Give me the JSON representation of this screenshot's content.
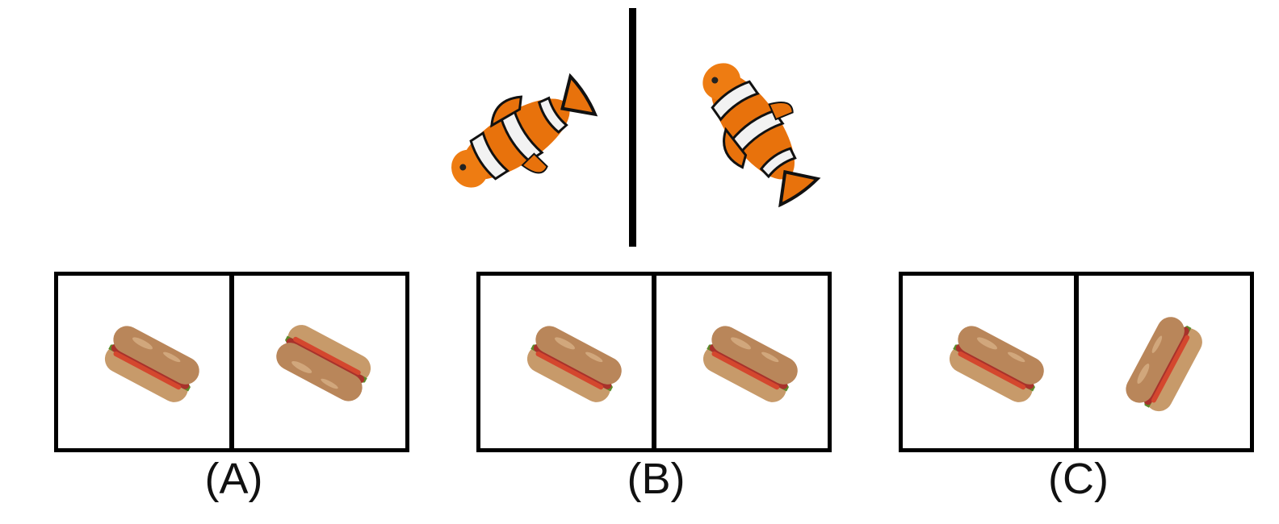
{
  "question": {
    "reference_pair": [
      "clownfish",
      "clownfish-mirrored"
    ]
  },
  "options": [
    {
      "label": "(A)",
      "left_object": "sandwich",
      "right_object": "sandwich-transformed"
    },
    {
      "label": "(B)",
      "left_object": "sandwich",
      "right_object": "sandwich"
    },
    {
      "label": "(C)",
      "left_object": "sandwich",
      "right_object": "sandwich-rotated"
    }
  ]
}
